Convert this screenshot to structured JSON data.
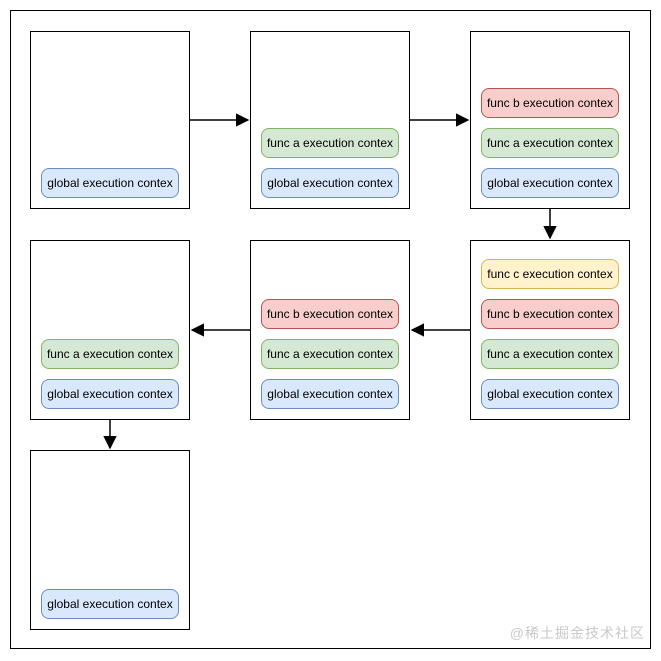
{
  "watermark": "@稀土掘金技术社区",
  "palette": {
    "global": {
      "fill": "#dae8fc",
      "stroke": "#6c8ebf"
    },
    "func_a": {
      "fill": "#d5e8d4",
      "stroke": "#82b366"
    },
    "func_b": {
      "fill": "#f8cecc",
      "stroke": "#b85450"
    },
    "func_c": {
      "fill": "#fff2cc",
      "stroke": "#d6b656"
    }
  },
  "boxes": [
    {
      "step": 1,
      "pills": [
        {
          "label": "global execution contex",
          "color": "blue"
        }
      ]
    },
    {
      "step": 2,
      "pills": [
        {
          "label": "func a execution contex",
          "color": "green"
        },
        {
          "label": "global execution contex",
          "color": "blue"
        }
      ]
    },
    {
      "step": 3,
      "pills": [
        {
          "label": "func b execution contex",
          "color": "red"
        },
        {
          "label": "func a execution contex",
          "color": "green"
        },
        {
          "label": "global execution contex",
          "color": "blue"
        }
      ]
    },
    {
      "step": 4,
      "pills": [
        {
          "label": "func a execution contex",
          "color": "green"
        },
        {
          "label": "global execution contex",
          "color": "blue"
        }
      ]
    },
    {
      "step": 5,
      "pills": [
        {
          "label": "func b execution contex",
          "color": "red"
        },
        {
          "label": "func a execution contex",
          "color": "green"
        },
        {
          "label": "global execution contex",
          "color": "blue"
        }
      ]
    },
    {
      "step": 6,
      "pills": [
        {
          "label": "func c execution contex",
          "color": "yellow"
        },
        {
          "label": "func b execution contex",
          "color": "red"
        },
        {
          "label": "func a execution contex",
          "color": "green"
        },
        {
          "label": "global execution contex",
          "color": "blue"
        }
      ]
    },
    {
      "step": 7,
      "pills": [
        {
          "label": "global execution contex",
          "color": "blue"
        }
      ]
    }
  ],
  "arrows": [
    {
      "from": 1,
      "to": 2,
      "direction": "right"
    },
    {
      "from": 2,
      "to": 3,
      "direction": "right"
    },
    {
      "from": 3,
      "to": 6,
      "direction": "down"
    },
    {
      "from": 6,
      "to": 5,
      "direction": "left"
    },
    {
      "from": 5,
      "to": 4,
      "direction": "left"
    },
    {
      "from": 4,
      "to": 7,
      "direction": "down"
    }
  ]
}
